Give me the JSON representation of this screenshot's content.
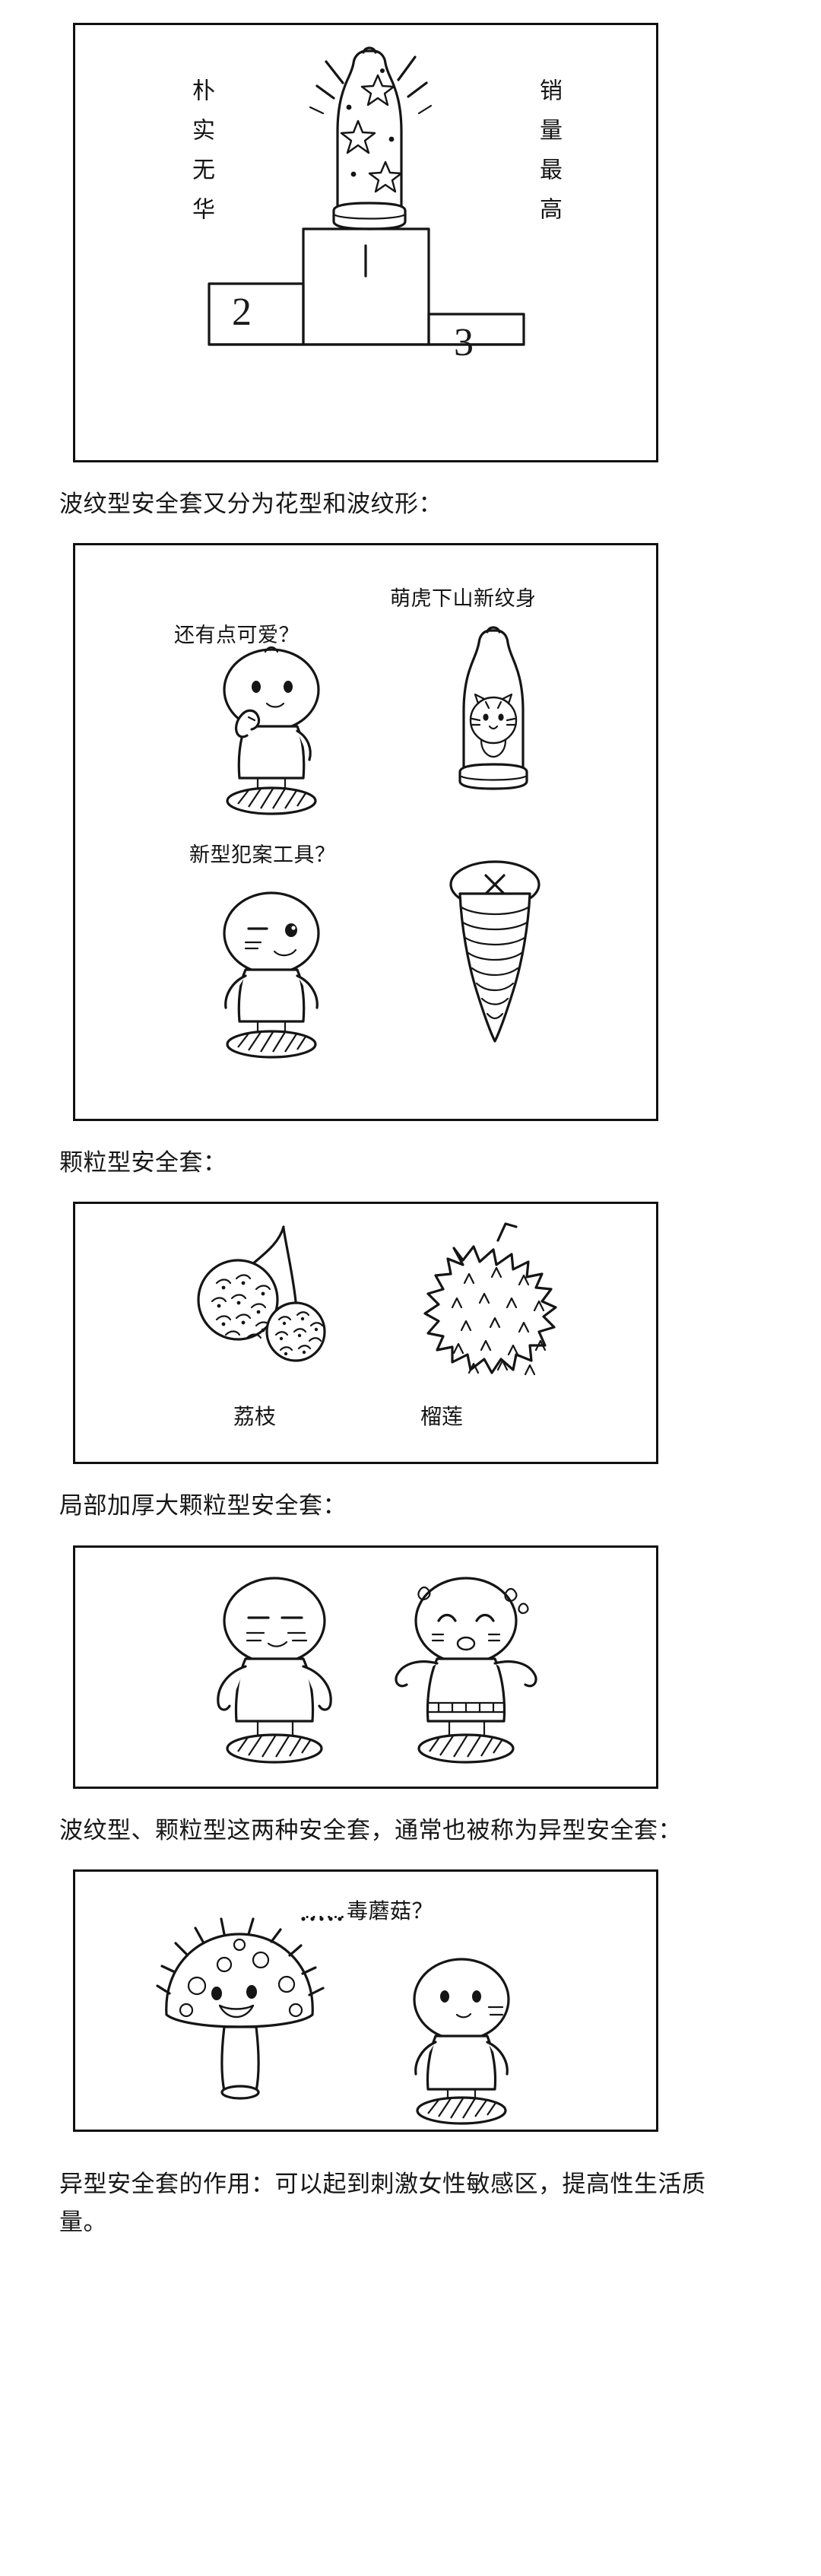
{
  "document": {
    "type": "illustrated-comic-article",
    "language": "zh-CN",
    "background_color": "#ffffff",
    "ink_color": "#151515"
  },
  "panel1": {
    "name": "podium-panel",
    "left_vertical_text": "朴实无华",
    "right_vertical_text": "销量最高",
    "podium_numbers": [
      "2",
      "3"
    ],
    "description": "A sparkling star-patterned condom standing on the 1st place step of a podium, with steps labelled 2 and 3."
  },
  "caption1": "波纹型安全套又分为花型和波纹形：",
  "panel2": {
    "name": "ripple-type-panel",
    "labels": [
      "还有点可爱？",
      "萌虎下山新纹身",
      "新型犯案工具？"
    ],
    "description": "Top row: a character touching its chin beside a condom printed with a cute tiger. Bottom row: a smirking character beside a screw with spiral ribs."
  },
  "caption2": "颗粒型安全套：",
  "panel3": {
    "name": "granular-type-panel",
    "fruit_labels": [
      "荔枝",
      "榴莲"
    ],
    "description": "Lychee fruits on a branch on the left and a durian on the right."
  },
  "caption3": "局部加厚大颗粒型安全套：",
  "panel4": {
    "name": "thickened-type-panel",
    "description": "Two characters standing: left one with a flat unimpressed face, right one blushing with sweat drops and arms raised."
  },
  "caption4": "波纹型、颗粒型这两种安全套，通常也被称为异型安全套：",
  "panel5": {
    "name": "odd-shaped-panel",
    "labels": [
      "……毒蘑菇？"
    ],
    "description": "A spotted toadstool mushroom with a grinning face on the left and a character with a blank stare on the right."
  },
  "caption5": "异型安全套的作用：可以起到刺激女性敏感区，提高性生活质量。"
}
